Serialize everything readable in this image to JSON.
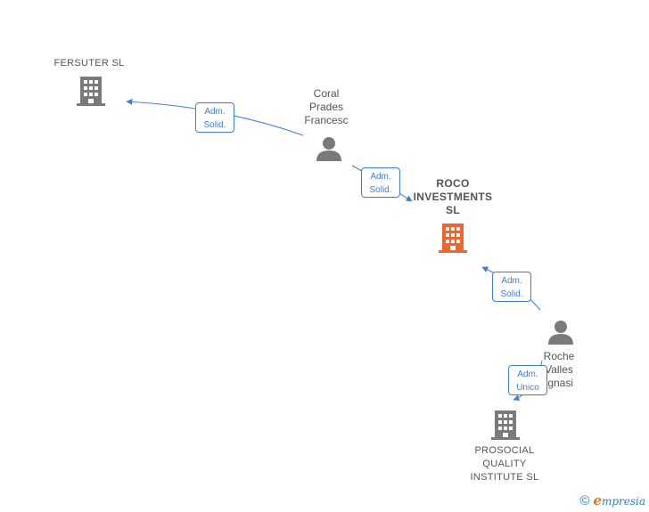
{
  "nodes": {
    "fersuter": {
      "label": "FERSUTER  SL",
      "type": "company"
    },
    "coral": {
      "label": "Coral\nPrades\nFrancesc",
      "type": "person"
    },
    "roco": {
      "label": "ROCO\nINVESTMENTS\nSL",
      "type": "company",
      "focus": true
    },
    "roche": {
      "label": "Roche\nValles\nIgnasi",
      "type": "person"
    },
    "prosocial": {
      "label": "PROSOCIAL\nQUALITY\nINSTITUTE  SL",
      "type": "company"
    }
  },
  "relations": {
    "coral_fersuter": "Adm.\nSolid.",
    "coral_roco": "Adm.\nSolid.",
    "roche_roco": "Adm.\nSolid.",
    "roche_prosocial": "Adm.\nUnico"
  },
  "footer": {
    "copyright_symbol": "©",
    "brand_initial": "e",
    "brand_rest": "mpresia"
  },
  "colors": {
    "edge": "#3f7fd1",
    "company": "#7a7a7a",
    "focus_company": "#f0642d",
    "person": "#7a7a7a",
    "label": "#555555"
  }
}
